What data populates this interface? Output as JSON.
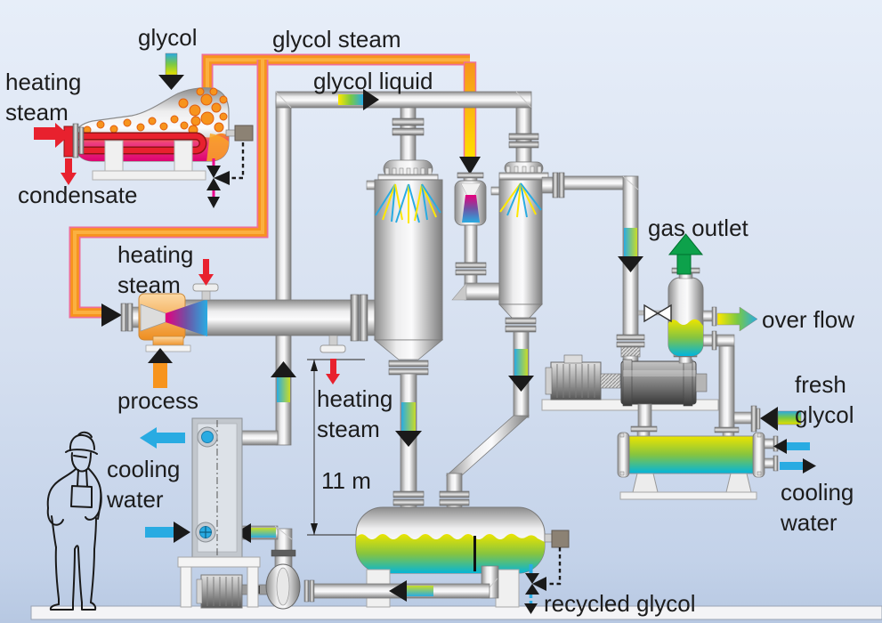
{
  "diagram": {
    "kind": "process-flow-diagram",
    "labels": {
      "glycol": "glycol",
      "glycol_steam": "glycol steam",
      "heating_steam_left": "heating\nsteam",
      "condensate": "condensate",
      "glycol_liquid": "glycol liquid",
      "heating_steam_ejector": "heating\nsteam",
      "process": "process",
      "cooling_water_left": "cooling\nwater",
      "heating_steam_column": "heating\nsteam",
      "height_dimension": "11 m",
      "gas_outlet": "gas outlet",
      "over_flow": "over flow",
      "fresh_glycol": "fresh\nglycol",
      "cooling_water_right": "cooling\nwater",
      "recycled_glycol": "recycled glycol"
    },
    "colors": {
      "background_top": "#e6edf8",
      "background_bottom": "#bfcfe8",
      "pipe_steel_light": "#fbfbfc",
      "pipe_steel_dark": "#7d7d7d",
      "glycol_steam_pipe_orange": "#f7941d",
      "glycol_steam_pipe_edge_pink": "#ef6e96",
      "heating_steam_red": "#e8212e",
      "hot_liquid_magenta": "#dc0070",
      "process_orange": "#f7941d",
      "cooling_water_blue": "#29abe2",
      "gas_outlet_green": "#0da14b",
      "glycol_hot_yellow": "#ffe800",
      "glycol_cool_cyan": "#00b5dd",
      "spray_yellow": "#ffe800",
      "spray_blue": "#29abe2"
    }
  }
}
